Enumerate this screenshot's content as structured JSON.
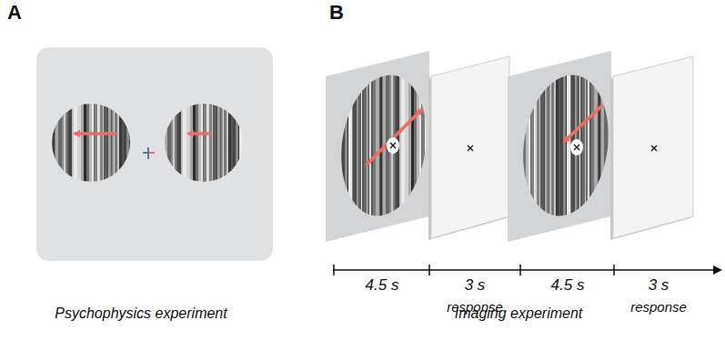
{
  "diagram": {
    "labels": [
      "A",
      "B",
      "Psychophysics experiment",
      "Imaging experiment",
      "4.5 s",
      "3 s",
      "response",
      "4.5 s",
      "3 s",
      "response"
    ]
  }
}
